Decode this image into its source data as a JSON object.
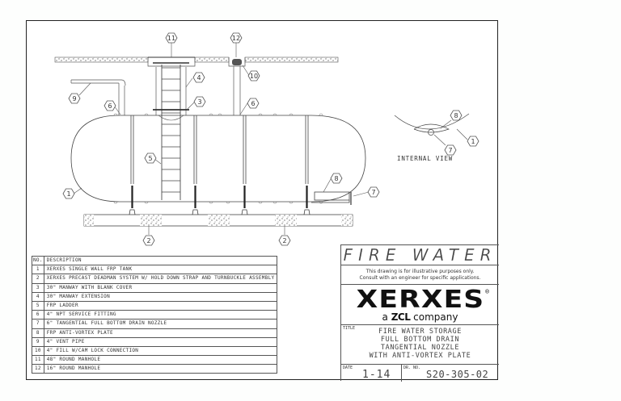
{
  "drawing": {
    "headline": "FIRE WATER",
    "disclaimer": [
      "This drawing is for illustrative purposes only.",
      "Consult with an engineer for specific applications."
    ],
    "logo": {
      "brand": "XERXES",
      "registered": "®",
      "tagline_prefix": "a",
      "tagline_brand": "ZCL",
      "tagline_suffix": "company"
    },
    "title_label": "TITLE",
    "title_lines": [
      "FIRE WATER STORAGE",
      "FULL BOTTOM DRAIN",
      "TANGENTIAL NOZZLE",
      "WITH ANTI-VORTEX PLATE"
    ],
    "date_label": "DATE",
    "date": "1-14",
    "drawing_no_label": "DR. NO.",
    "drawing_no": "S20-305-02",
    "internal_view_label": "INTERNAL VIEW"
  },
  "legend": {
    "header": {
      "no": "NO.",
      "description": "DESCRIPTION"
    },
    "rows": [
      {
        "no": "1",
        "description": "XERXES SINGLE WALL FRP TANK"
      },
      {
        "no": "2",
        "description": "XERXES PRECAST DEADMAN SYSTEM W/ HOLD DOWN STRAP AND TURNBUCKLE ASSEMBLY"
      },
      {
        "no": "3",
        "description": "30\" MANWAY WITH BLANK COVER"
      },
      {
        "no": "4",
        "description": "30\" MANWAY EXTENSION"
      },
      {
        "no": "5",
        "description": "FRP LADDER"
      },
      {
        "no": "6",
        "description": "4\" NPT SERVICE FITTING"
      },
      {
        "no": "7",
        "description": "6\" TANGENTIAL FULL BOTTOM DRAIN NOZZLE"
      },
      {
        "no": "8",
        "description": "FRP ANTI-VORTEX PLATE"
      },
      {
        "no": "9",
        "description": "4\" VENT PIPE"
      },
      {
        "no": "10",
        "description": "4\" FILL W/CAM LOCK CONNECTION"
      },
      {
        "no": "11",
        "description": "48\" ROUND MANHOLE"
      },
      {
        "no": "12",
        "description": "16\" ROUND MANHOLE"
      }
    ]
  },
  "callouts": [
    "11",
    "12",
    "4",
    "10",
    "9",
    "6",
    "3",
    "6",
    "5",
    "1",
    "8",
    "7",
    "2",
    "2",
    "8",
    "1",
    "7"
  ]
}
